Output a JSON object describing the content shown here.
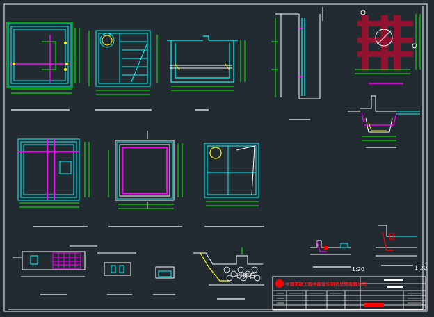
{
  "drawing": {
    "scale_labels": [
      "1:20",
      "1:20"
    ],
    "annotation_stone": "砂卵石",
    "title_block": {
      "company": "中国市政工程中南设计研究总院有限公司"
    }
  },
  "colors": {
    "background": "#222a32",
    "frame": "#ffffff",
    "cyan": "#00ffff",
    "green": "#00ff00",
    "magenta": "#ff00ff",
    "red": "#ff0000",
    "yellow": "#ffff00",
    "dark_red": "#a01030"
  }
}
